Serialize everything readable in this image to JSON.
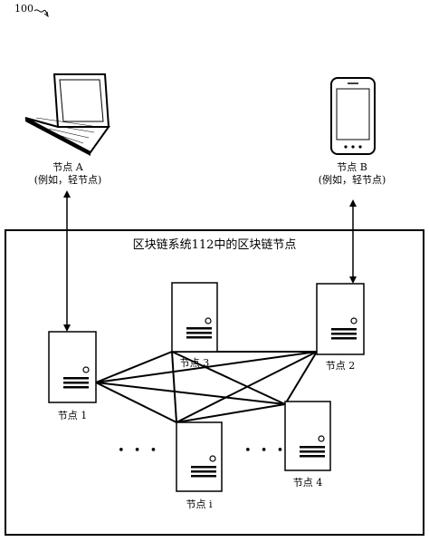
{
  "figure_ref": "100",
  "system_title": "区块链系统112中的区块链节点",
  "client_a": {
    "name": "节点 A",
    "note": "(例如，轻节点)"
  },
  "client_b": {
    "name": "节点 B",
    "note": "(例如，轻节点)"
  },
  "nodes": {
    "n1": "节点 1",
    "n2": "节点 2",
    "n3": "节点 3",
    "n4": "节点 4",
    "ni": "节点 i"
  },
  "ellipsis": "• • •"
}
